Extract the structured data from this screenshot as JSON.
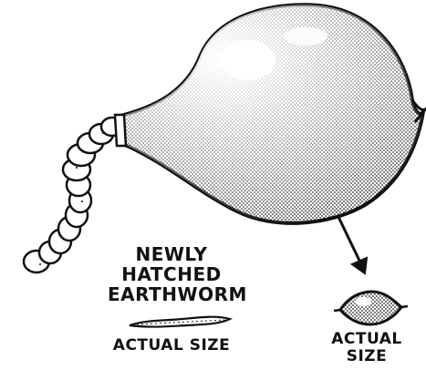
{
  "labels": {
    "hatchling_title_line1": "NEWLY",
    "hatchling_title_line2": "HATCHED",
    "hatchling_title_line3": "EARTHWORM",
    "hatchling_size_caption": "ACTUAL SIZE",
    "cocoon_size_line1": "ACTUAL",
    "cocoon_size_line2": "SIZE"
  },
  "colors": {
    "ink": "#111111",
    "background": "#ffffff"
  }
}
